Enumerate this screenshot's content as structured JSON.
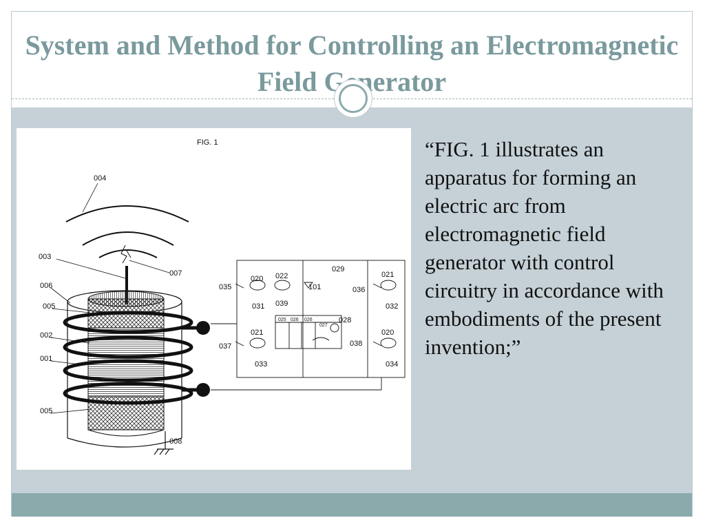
{
  "slide": {
    "title": "System and Method for Controlling an Electromagnetic Field Generator",
    "quote": "“FIG. 1 illustrates an apparatus for forming an electric arc from electromagnetic field generator with control circuitry in accordance with embodiments of the present invention;”"
  },
  "figure": {
    "caption": "FIG. 1",
    "labels": {
      "l004": "004",
      "l003": "003",
      "l007": "007",
      "l006": "006",
      "l005a": "005",
      "l002": "002",
      "l001": "001",
      "l005b": "005",
      "l008": "008",
      "l035": "035",
      "l020a": "020",
      "l031": "031",
      "l022": "022",
      "l101": "101",
      "l039": "039",
      "l029": "029",
      "l021a": "021",
      "l036": "036",
      "l032": "032",
      "l037": "037",
      "l021b": "021",
      "l033": "033",
      "l025": "025",
      "l026": "026",
      "l026b": "026",
      "l027": "027",
      "l028": "028",
      "l038": "038",
      "l020b": "020",
      "l034": "034"
    }
  },
  "colors": {
    "accent": "#7a9a9d",
    "body_bg": "#c5d1d7",
    "footer": "#8aaaac",
    "text": "#111111"
  }
}
